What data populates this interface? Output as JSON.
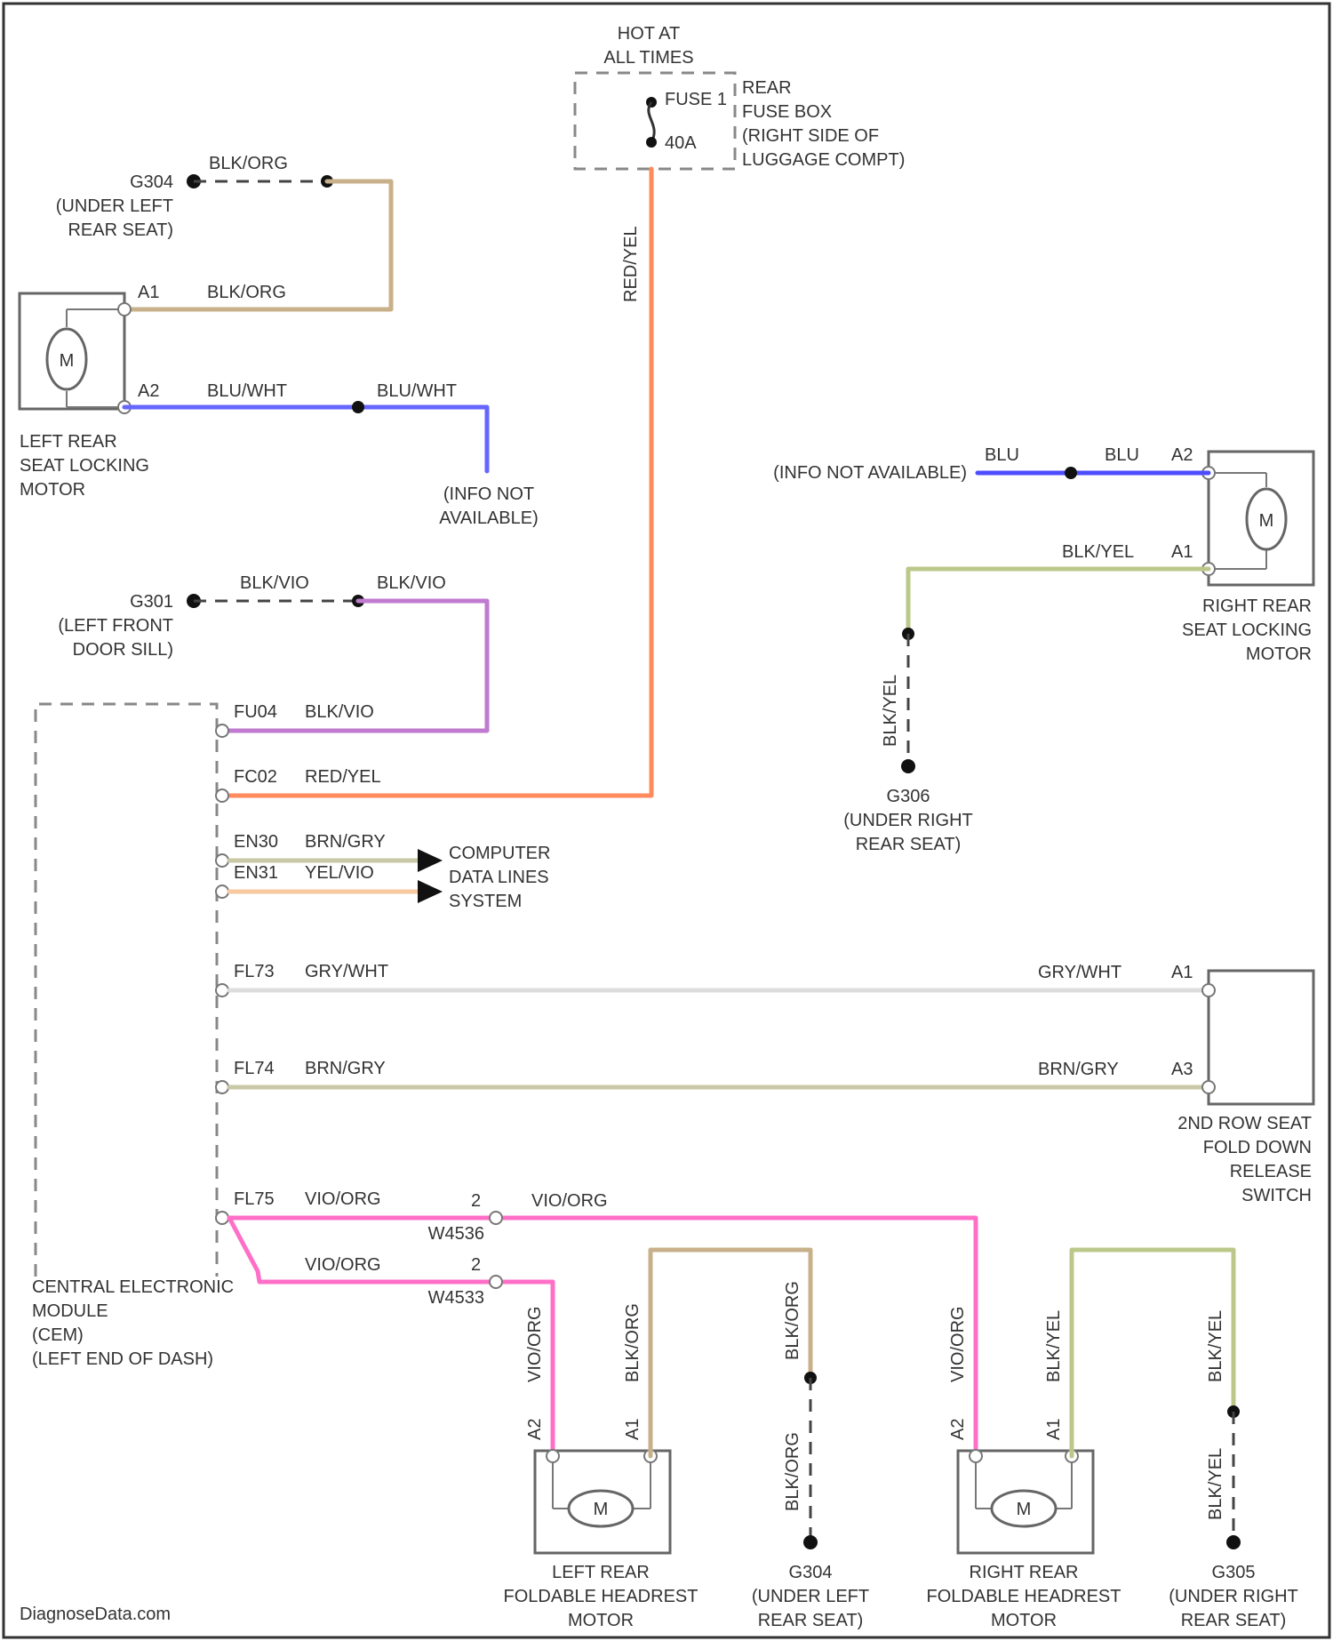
{
  "watermark": "DiagnoseData.com",
  "colors": {
    "red_yel": "#ff8a5c",
    "blk_org": "#c8b08a",
    "blu_wht": "#6666ff",
    "blk_vio": "#c07ad0",
    "blu": "#4d4dff",
    "blk_yel": "#bcc88a",
    "brn_gry": "#c9c8a6",
    "yel_vio": "#f8c8a0",
    "gry_wht": "#dddddd",
    "vio_org": "#ff6fc8",
    "outline": "#666666"
  },
  "fuse": {
    "hot_line1": "HOT AT",
    "hot_line2": "ALL TIMES",
    "name": "FUSE 1",
    "rating": "40A",
    "box_line1": "REAR",
    "box_line2": "FUSE BOX",
    "box_line3": "(RIGHT SIDE OF",
    "box_line4": "LUGGAGE COMPT)",
    "wire_label": "RED/YEL"
  },
  "ground_g304_top": {
    "name": "G304",
    "line1": "(UNDER LEFT",
    "line2": "REAR SEAT)",
    "wire_label": "BLK/ORG"
  },
  "left_lock_motor": {
    "line1": "LEFT REAR",
    "line2": "SEAT LOCKING",
    "line3": "MOTOR",
    "symbol": "M",
    "pin_a1": "A1",
    "pin_a1_wire": "BLK/ORG",
    "pin_a2": "A2",
    "pin_a2_wire": "BLU/WHT",
    "a2_continue_wire": "BLU/WHT",
    "info_line1": "(INFO NOT",
    "info_line2": "AVAILABLE)"
  },
  "ground_g301": {
    "name": "G301",
    "line1": "(LEFT FRONT",
    "line2": "DOOR SILL)",
    "wire_label_left": "BLK/VIO",
    "wire_label_right": "BLK/VIO"
  },
  "cem": {
    "line1": "CENTRAL ELECTRONIC",
    "line2": "MODULE",
    "line3": "(CEM)",
    "line4": "(LEFT END OF DASH)",
    "pins": [
      {
        "pin": "FU04",
        "wire": "BLK/VIO"
      },
      {
        "pin": "FC02",
        "wire": "RED/YEL"
      },
      {
        "pin": "EN30",
        "wire": "BRN/GRY"
      },
      {
        "pin": "EN31",
        "wire": "YEL/VIO"
      },
      {
        "pin": "FL73",
        "wire": "GRY/WHT"
      },
      {
        "pin": "FL74",
        "wire": "BRN/GRY"
      },
      {
        "pin": "FL75",
        "wire": "VIO/ORG"
      }
    ],
    "branch_wire": "VIO/ORG"
  },
  "computer_data": {
    "line1": "COMPUTER",
    "line2": "DATA LINES",
    "line3": "SYSTEM"
  },
  "right_lock_motor": {
    "line1": "RIGHT REAR",
    "line2": "SEAT LOCKING",
    "line3": "MOTOR",
    "symbol": "M",
    "info": "(INFO NOT AVAILABLE)",
    "wire_blu_left": "BLU",
    "wire_blu_right": "BLU",
    "pin_a2": "A2",
    "pin_a1": "A1",
    "pin_a1_wire": "BLK/YEL",
    "ground_wire": "BLK/YEL"
  },
  "ground_g306_mid": {
    "name": "G306",
    "line1": "(UNDER RIGHT",
    "line2": "REAR SEAT)"
  },
  "switch": {
    "line1": "2ND ROW SEAT",
    "line2": "FOLD DOWN",
    "line3": "RELEASE",
    "line4": "SWITCH",
    "pin_a1": "A1",
    "pin_a1_wire": "GRY/WHT",
    "pin_a3": "A3",
    "pin_a3_wire": "BRN/GRY"
  },
  "connectors": {
    "c1": {
      "name": "W4536",
      "pin": "2",
      "wire_after": "VIO/ORG"
    },
    "c2": {
      "name": "W4533",
      "pin": "2"
    }
  },
  "left_headrest": {
    "line1": "LEFT REAR",
    "line2": "FOLDABLE HEADREST",
    "line3": "MOTOR",
    "symbol": "M",
    "pin_a2": "A2",
    "pin_a2_wire": "VIO/ORG",
    "pin_a1": "A1",
    "pin_a1_wire": "BLK/ORG",
    "ground_wire_upper": "BLK/ORG",
    "ground_wire_lower": "BLK/ORG"
  },
  "ground_g304_bottom": {
    "name": "G304",
    "line1": "(UNDER LEFT",
    "line2": "REAR SEAT)"
  },
  "right_headrest": {
    "line1": "RIGHT REAR",
    "line2": "FOLDABLE HEADREST",
    "line3": "MOTOR",
    "symbol": "M",
    "pin_a2": "A2",
    "pin_a2_wire": "VIO/ORG",
    "pin_a1": "A1",
    "pin_a1_wire": "BLK/YEL",
    "ground_wire_upper": "BLK/YEL",
    "ground_wire_lower": "BLK/YEL"
  },
  "ground_g305": {
    "name": "G305",
    "line1": "(UNDER RIGHT",
    "line2": "REAR SEAT)"
  }
}
